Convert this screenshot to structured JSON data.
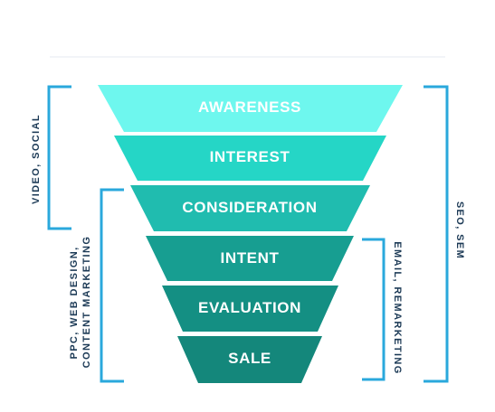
{
  "funnel": {
    "stages": [
      {
        "label": "AWARENESS",
        "color": "#6ef7ee"
      },
      {
        "label": "INTEREST",
        "color": "#25d6c6"
      },
      {
        "label": "CONSIDERATION",
        "color": "#20bcaf"
      },
      {
        "label": "INTENT",
        "color": "#179e91"
      },
      {
        "label": "EVALUATION",
        "color": "#148f83"
      },
      {
        "label": "SALE",
        "color": "#14877b"
      }
    ]
  },
  "channels": {
    "video_social": "VIDEO, SOCIAL",
    "ppc_line1": "PPC, WEB DESIGN,",
    "ppc_line2": "CONTENT MARKETING",
    "seo_sem": "SEO, SEM",
    "email_remarketing": "EMAIL, REMARKETING"
  },
  "colors": {
    "bracket": "#2aa8dc",
    "side_text": "#1c3a56",
    "divider": "#e4eaf0"
  }
}
